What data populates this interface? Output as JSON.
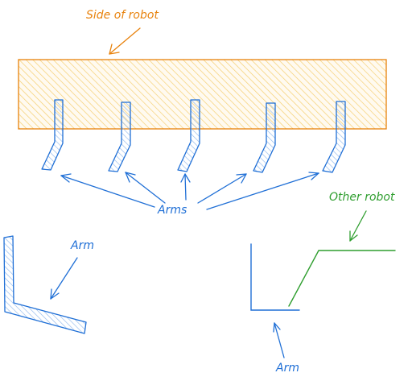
{
  "labels": {
    "side_of_robot": "Side of robot",
    "arms": "Arms",
    "arm_left": "Arm",
    "arm_bottom": "Arm",
    "other_robot": "Other robot"
  },
  "colors": {
    "orange": "#e8820c",
    "hatch_fill": "#fbe7a8",
    "blue": "#1f6fd6",
    "blue_hatch": "#8fb8ec",
    "green": "#2f9e2f"
  }
}
